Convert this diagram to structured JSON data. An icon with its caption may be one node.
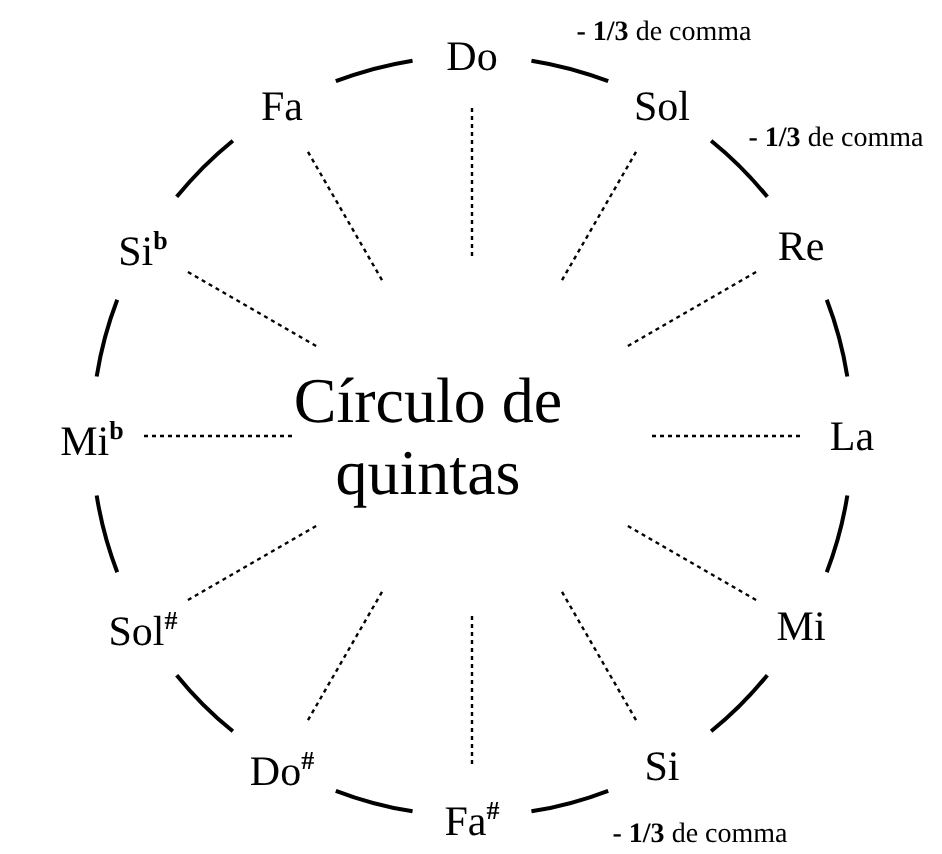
{
  "diagram": {
    "nodes": [
      {
        "text": [
          "Do"
        ]
      },
      {
        "text": [
          "Sol"
        ]
      },
      {
        "text": [
          "Re"
        ]
      },
      {
        "text": [
          "La"
        ]
      },
      {
        "text": [
          "Mi"
        ]
      },
      {
        "text": [
          "Si"
        ]
      },
      {
        "text": [
          "Fa$^{#}$"
        ]
      },
      {
        "text": [
          "Do$^{#}$"
        ]
      },
      {
        "text": [
          "Sol$^{#}$"
        ]
      },
      {
        "text": [
          "Mi$^{b}$"
        ]
      },
      {
        "text": [
          "Si$^{b}$"
        ]
      },
      {
        "text": [
          "Fa"
        ]
      },
      {
        "text": [
          "Círculo de quintas"
        ]
      }
    ],
    "edges": [
      {
        "from": 0,
        "to": 1,
        "arrow": "none",
        "label": "**- 1/3** de comma"
      },
      {
        "from": 1,
        "to": 2,
        "arrow": "none",
        "label": "**- 1/3** de comma"
      },
      {
        "from": 2,
        "to": 3,
        "arrow": "none"
      },
      {
        "from": 3,
        "to": 4,
        "arrow": "none"
      },
      {
        "from": 4,
        "to": 5,
        "arrow": "none"
      },
      {
        "from": 5,
        "to": 6,
        "arrow": "none",
        "label": "**- 1/3** de comma"
      },
      {
        "from": 6,
        "to": 7,
        "arrow": "none"
      },
      {
        "from": 7,
        "to": 8,
        "arrow": "none"
      },
      {
        "from": 8,
        "to": 9,
        "arrow": "none"
      },
      {
        "from": 9,
        "to": 10,
        "arrow": "none"
      },
      {
        "from": 10,
        "to": 11,
        "arrow": "none"
      },
      {
        "from": 11,
        "to": 0,
        "arrow": "none"
      },
      {
        "from": 12,
        "to": 0,
        "arrow": "none",
        "style": "dashed"
      },
      {
        "from": 12,
        "to": 1,
        "arrow": "none",
        "style": "dashed"
      },
      {
        "from": 12,
        "to": 2,
        "arrow": "none",
        "style": "dashed"
      },
      {
        "from": 12,
        "to": 3,
        "arrow": "none",
        "style": "dashed"
      },
      {
        "from": 12,
        "to": 4,
        "arrow": "none",
        "style": "dashed"
      },
      {
        "from": 12,
        "to": 5,
        "arrow": "none",
        "style": "dashed"
      },
      {
        "from": 12,
        "to": 6,
        "arrow": "none",
        "style": "dashed"
      },
      {
        "from": 12,
        "to": 7,
        "arrow": "none",
        "style": "dashed"
      },
      {
        "from": 12,
        "to": 8,
        "arrow": "none",
        "style": "dashed"
      },
      {
        "from": 12,
        "to": 9,
        "arrow": "none",
        "style": "dashed"
      },
      {
        "from": 12,
        "to": 10,
        "arrow": "none",
        "style": "dashed"
      },
      {
        "from": 12,
        "to": 11,
        "arrow": "none",
        "style": "dashed"
      }
    ]
  }
}
